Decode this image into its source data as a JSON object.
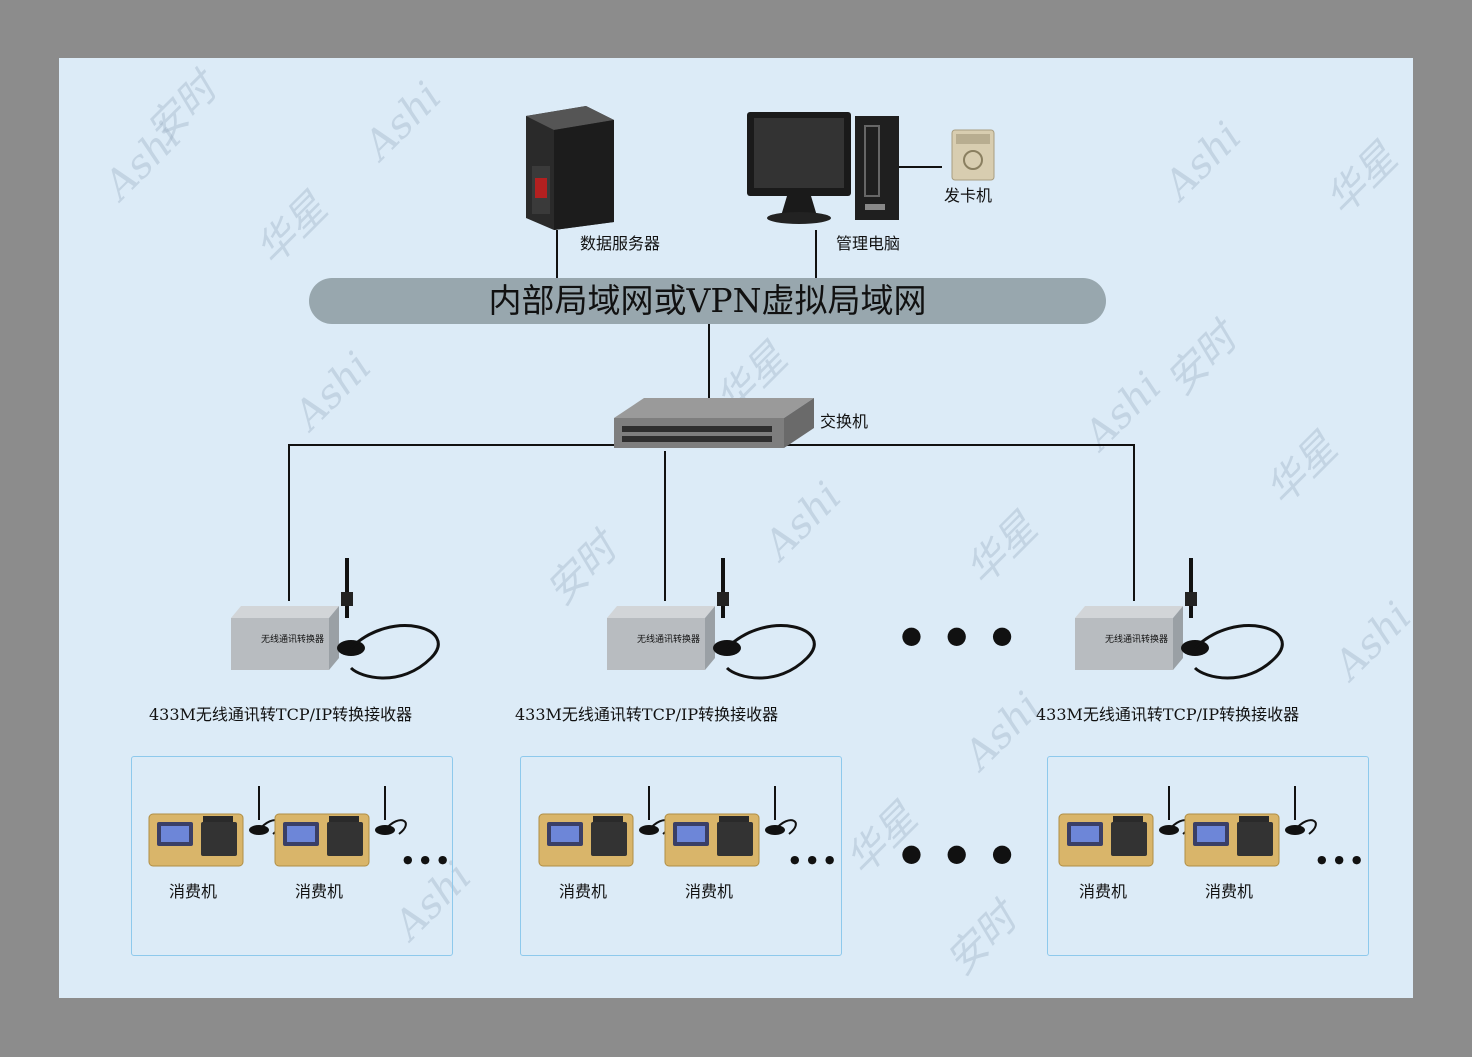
{
  "watermark": {
    "brand_latin": "Ashi",
    "brand_cn_1": "安时",
    "brand_cn_2": "华星"
  },
  "devices": {
    "server_label": "数据服务器",
    "pc_label": "管理电脑",
    "card_issuer_label": "发卡机",
    "switch_label": "交换机"
  },
  "lan": {
    "label": "内部局域网或VPN虚拟局域网"
  },
  "receivers": [
    {
      "label": "433M无线通讯转TCP/IP转换接收器",
      "panel_text": "无线通讯转换器"
    },
    {
      "label": "433M无线通讯转TCP/IP转换接收器",
      "panel_text": "无线通讯转换器"
    },
    {
      "label": "433M无线通讯转TCP/IP转换接收器",
      "panel_text": "无线通讯转换器"
    }
  ],
  "groups": [
    {
      "terminals": [
        "消费机",
        "消费机"
      ]
    },
    {
      "terminals": [
        "消费机",
        "消费机"
      ]
    },
    {
      "terminals": [
        "消费机",
        "消费机"
      ]
    }
  ],
  "ellipsis": "● ● ●",
  "small_ellipsis": "● ● ●",
  "colors": {
    "background": "#dcebf7",
    "frame": "#8c8c8c",
    "lan_bar": "#98a7ae",
    "group_border": "#8ec9ec",
    "terminal_gold": "#d9b56a",
    "receiver_silver": "#b8bcc0"
  }
}
